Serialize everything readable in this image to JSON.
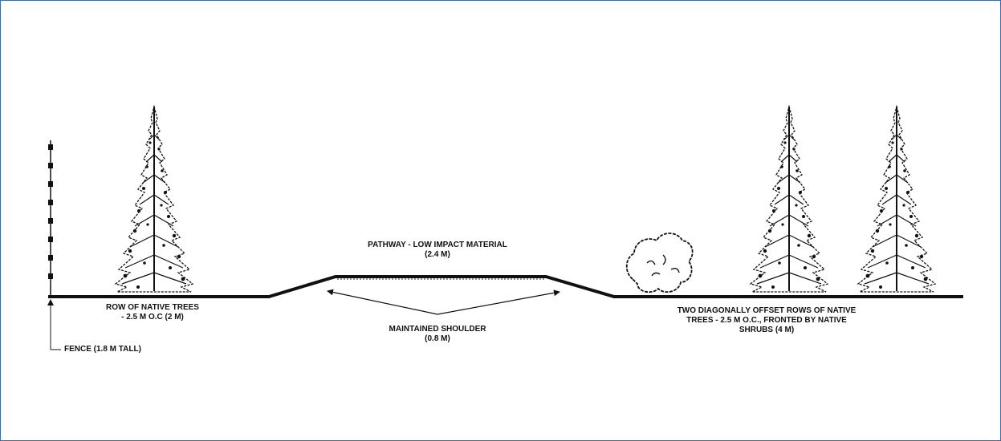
{
  "labels": {
    "pathway": {
      "line1": "PATHWAY - LOW IMPACT MATERIAL",
      "line2": "(2.4 M)"
    },
    "row_trees": {
      "line1": "ROW OF NATIVE TREES",
      "line2": "- 2.5 M O.C (2 M)"
    },
    "shoulder": {
      "line1": "MAINTAINED SHOULDER",
      "line2": "(0.8 M)"
    },
    "offset_rows": {
      "line1": "TWO DIAGONALLY OFFSET ROWS OF NATIVE",
      "line2": "TREES - 2.5 M O.C., FRONTED BY NATIVE",
      "line3": "SHRUBS (4 M)"
    },
    "fence": {
      "text": "FENCE (1.8 M TALL)"
    }
  },
  "colors": {
    "ink": "#111111",
    "frame_border": "#3a6ab5",
    "background": "#ffffff"
  },
  "icons": [
    "conifer-tree-icon",
    "shrub-icon",
    "fence-post-icon"
  ]
}
